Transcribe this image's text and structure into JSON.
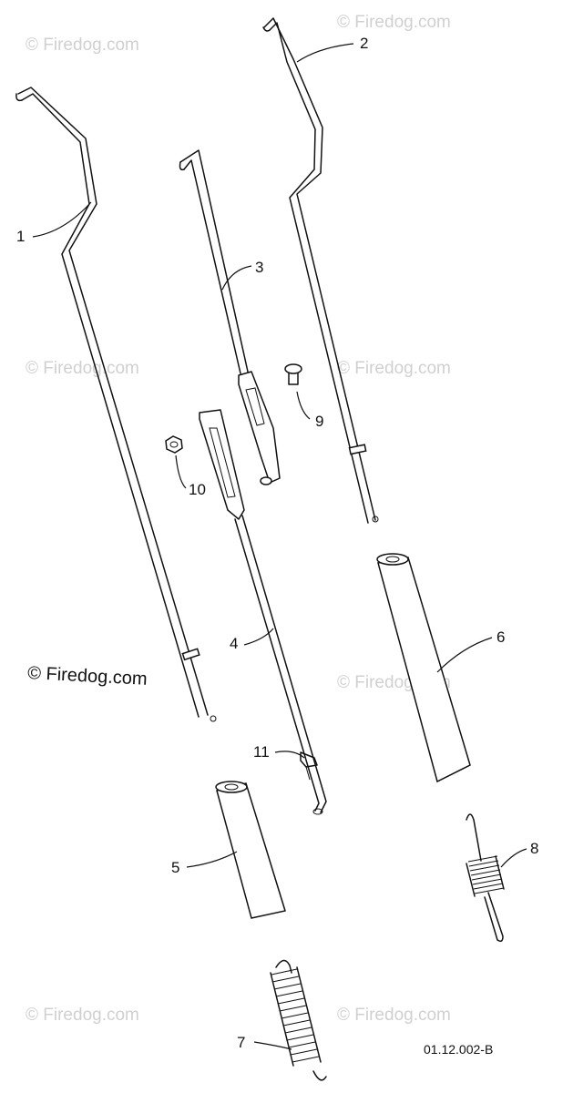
{
  "watermark_text": "© Firedog.com",
  "drawing_number": "01.12.002-B",
  "callouts": [
    "1",
    "2",
    "3",
    "4",
    "5",
    "6",
    "7",
    "8",
    "9",
    "10",
    "11"
  ]
}
